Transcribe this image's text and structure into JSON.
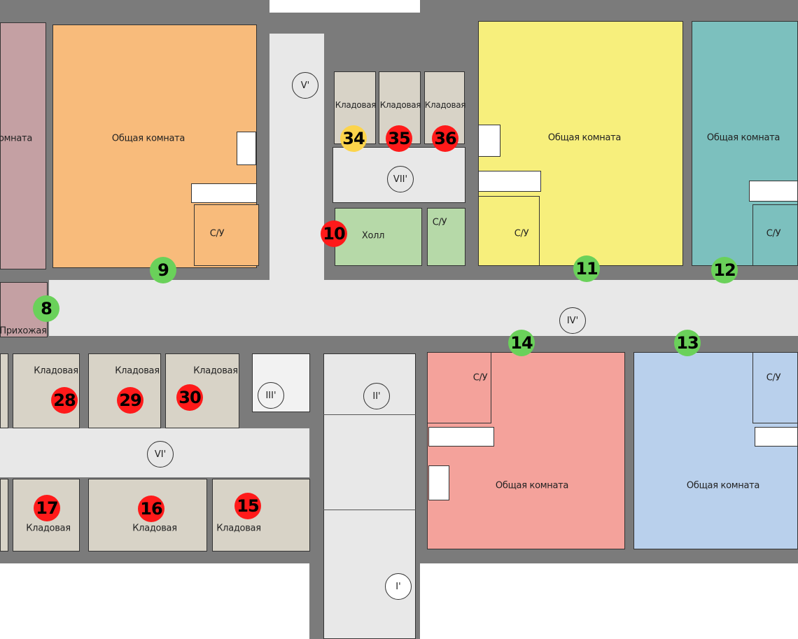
{
  "colors": {
    "wall": "#7b7b7b",
    "corridor": "#e8e8e8",
    "mauve": "#c4a0a3",
    "orange": "#f8bb7b",
    "yellow": "#f7ef7c",
    "teal": "#7cc0be",
    "storage": "#d8d3c7",
    "green_room": "#b6d9a8",
    "pink": "#f4a29b",
    "blue": "#b9d0ec",
    "marker_green": "#6ad15a",
    "marker_red": "#ff1a1a",
    "marker_yellow": "#fcd44b"
  },
  "rooms": {
    "living": "Общая комната",
    "living_clipped": "омната",
    "storage": "Кладовая",
    "wc": "С/У",
    "hall": "Холл",
    "entry": "Прихожая"
  },
  "zones": {
    "I": "I'",
    "II": "II'",
    "III": "III'",
    "IV": "IV'",
    "V": "V'",
    "VI": "VI'",
    "VII": "VII'"
  },
  "markers": {
    "m8": "8",
    "m9": "9",
    "m10": "10",
    "m11": "11",
    "m12": "12",
    "m13": "13",
    "m14": "14",
    "m15": "15",
    "m16": "16",
    "m17": "17",
    "m28": "28",
    "m29": "29",
    "m30": "30",
    "m34": "34",
    "m35": "35",
    "m36": "36"
  }
}
